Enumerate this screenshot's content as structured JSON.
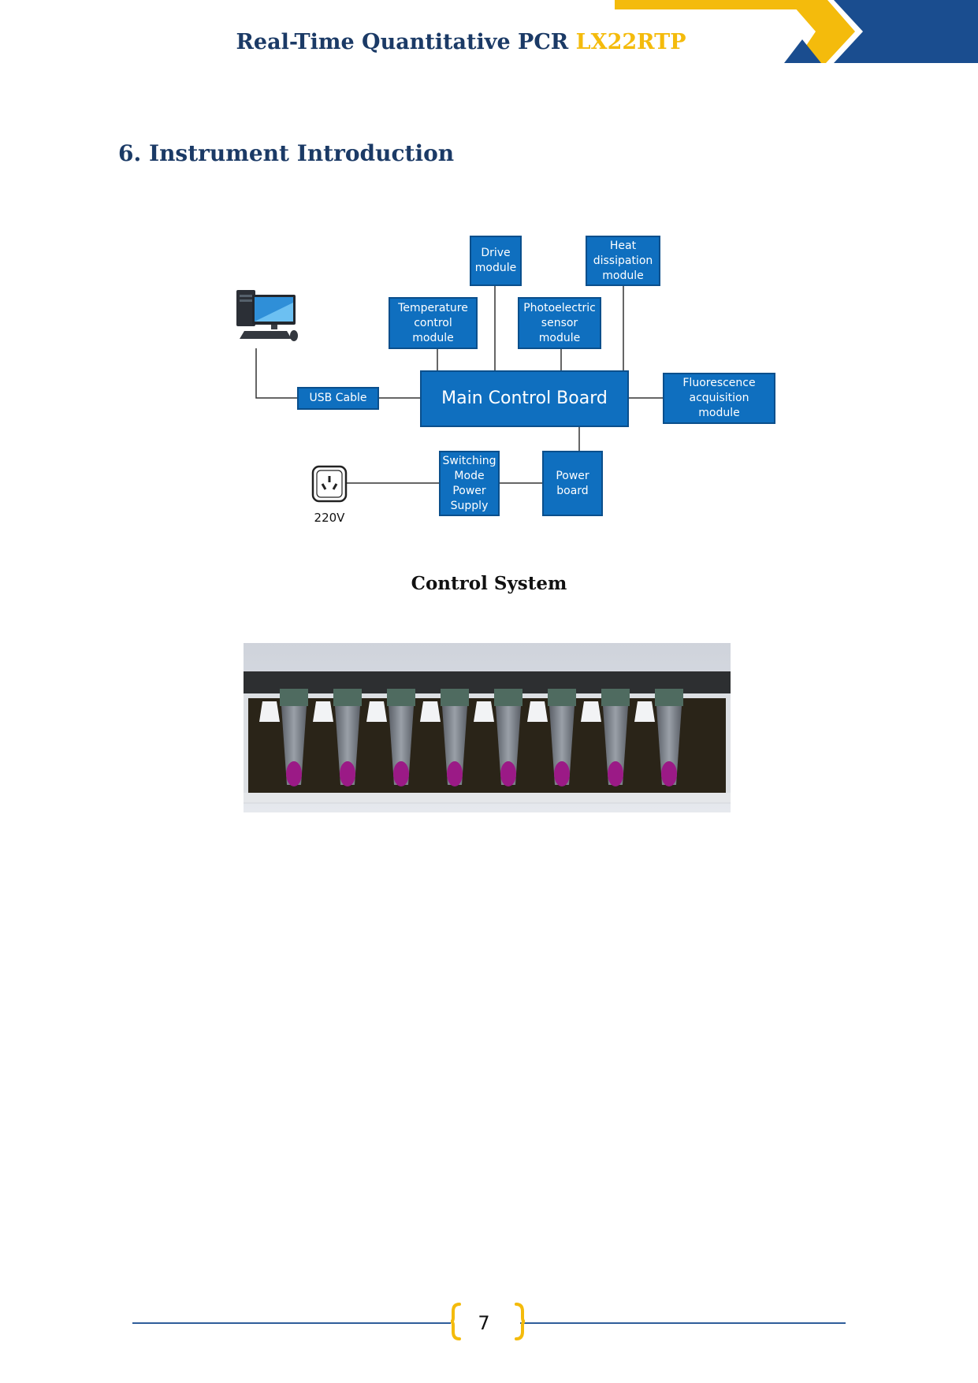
{
  "header": {
    "title_main": "Real-Time Quantitative PCR ",
    "title_model": "LX22RTP",
    "colors": {
      "navy": "#1b3a66",
      "gold": "#f4bb0c",
      "blue": "#1a4d8f"
    }
  },
  "section": {
    "heading": "6.  Instrument Introduction"
  },
  "diagram": {
    "nodes": {
      "drive": "Drive\nmodule",
      "heat": "Heat\ndissipation\nmodule",
      "temperature": "Temperature\ncontrol\nmodule",
      "photoelectric": "Photoelectric\nsensor\nmodule",
      "main": "Main Control Board",
      "usb": "USB Cable",
      "fluorescence": "Fluorescence\nacquisition\nmodule",
      "switching": "Switching\nMode\nPower\nSupply",
      "power": "Power\nboard"
    },
    "voltage_label": "220V",
    "icons": [
      "computer-icon",
      "power-socket-icon"
    ],
    "node_color": "#0f6fbf"
  },
  "caption": "Control System",
  "photo": {
    "icon": "pcr-tube-block-image",
    "tube_count": 8
  },
  "footer": {
    "page_number": "7"
  }
}
